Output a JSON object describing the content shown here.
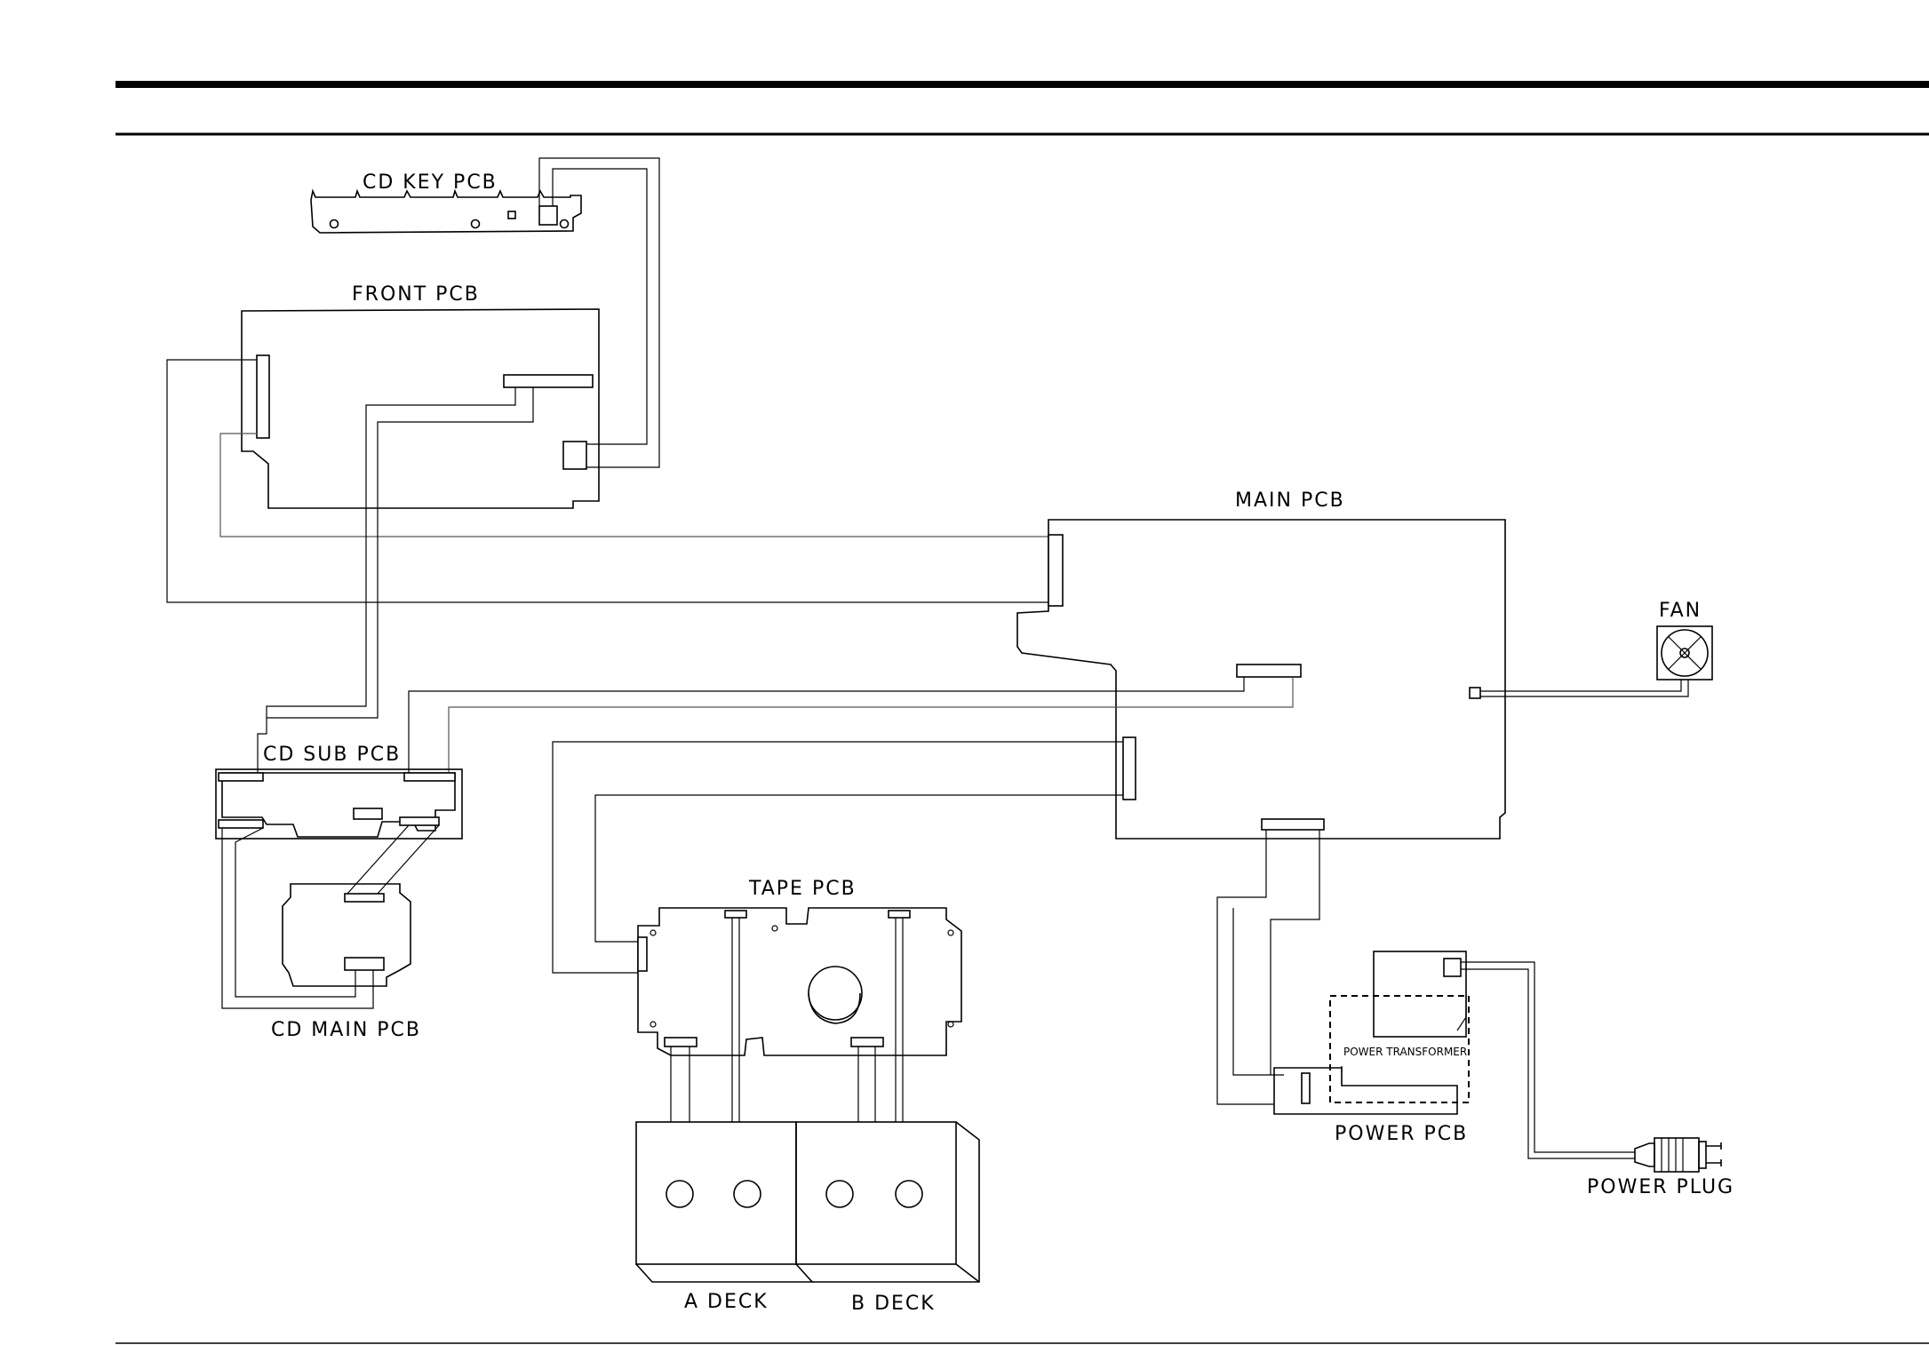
{
  "labels": {
    "cd_key_pcb": "CD KEY PCB",
    "front_pcb": "FRONT PCB",
    "main_pcb": "MAIN PCB",
    "fan": "FAN",
    "cd_sub_pcb": "CD SUB PCB",
    "cd_main_pcb": "CD MAIN PCB",
    "tape_pcb": "TAPE PCB",
    "power_transformer": "POWER TRANSFORMER",
    "power_pcb": "POWER PCB",
    "power_plug": "POWER PLUG",
    "a_deck": "A DECK",
    "b_deck": "B DECK"
  }
}
